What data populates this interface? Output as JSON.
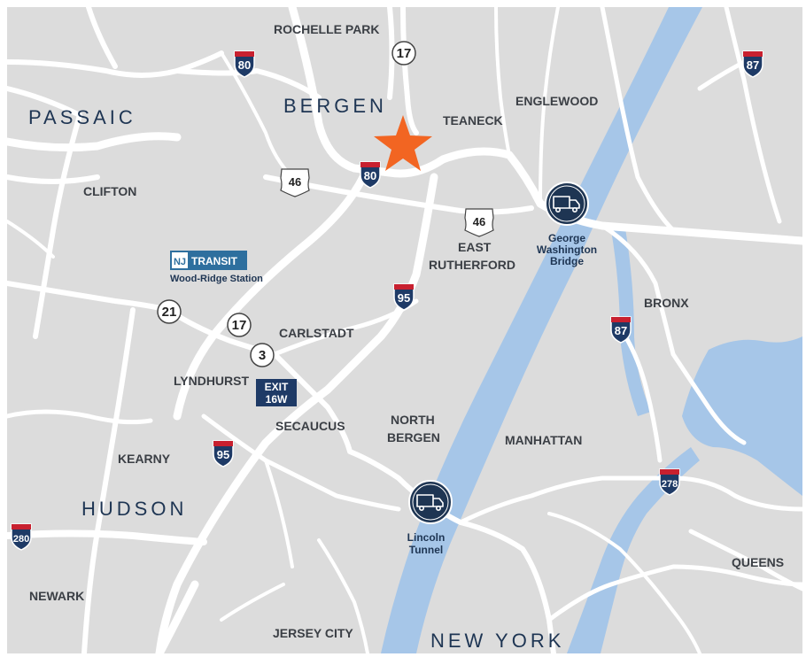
{
  "colors": {
    "land": "#dcdcdc",
    "water": "#a6c6e8",
    "road": "#ffffff",
    "label": "#3b3f45",
    "region_label": "#1e3553",
    "marker": "#f26522",
    "interstate_shield": "#1e3a66",
    "interstate_band": "#c8202f",
    "poi_circle": "#1e3553",
    "exit_sign": "#1e3a66",
    "transit_logo": "#2e6f9e"
  },
  "regions": {
    "passaic": "PASSAIC",
    "bergen": "BERGEN",
    "hudson": "HUDSON",
    "new_york": "NEW YORK"
  },
  "places": {
    "rochelle_park": "ROCHELLE PARK",
    "englewood": "ENGLEWOOD",
    "teaneck": "TEANECK",
    "clifton": "CLIFTON",
    "east_rutherford_line1": "EAST",
    "east_rutherford_line2": "RUTHERFORD",
    "bronx": "BRONX",
    "carlstadt": "CARLSTADT",
    "lyndhurst": "LYNDHURST",
    "north_bergen_line1": "NORTH",
    "north_bergen_line2": "BERGEN",
    "secaucus": "SECAUCUS",
    "manhattan": "MANHATTAN",
    "kearny": "KEARNY",
    "queens": "QUEENS",
    "newark": "NEWARK",
    "jersey_city": "JERSEY CITY"
  },
  "pois": {
    "gwb_line1": "George",
    "gwb_line2": "Washington",
    "gwb_line3": "Bridge",
    "lincoln_line1": "Lincoln",
    "lincoln_line2": "Tunnel",
    "transit_brand": "TRANSIT",
    "transit_letter": "NJ",
    "wood_ridge": "Wood-Ridge Station",
    "truck_icon": "truck-icon",
    "marker_icon": "star-icon"
  },
  "interstates": {
    "i80_top": "80",
    "i80_center": "80",
    "i87_top": "87",
    "i87_bronx": "87",
    "i95_center": "95",
    "i95_south": "95",
    "i278": "278",
    "i280": "280"
  },
  "routes": {
    "r17_top": "17",
    "r17_mid": "17",
    "r21": "21",
    "r3": "3"
  },
  "us_routes": {
    "us46_west": "46",
    "us46_east": "46"
  },
  "exit_sign": {
    "line1": "EXIT",
    "line2": "16W"
  }
}
